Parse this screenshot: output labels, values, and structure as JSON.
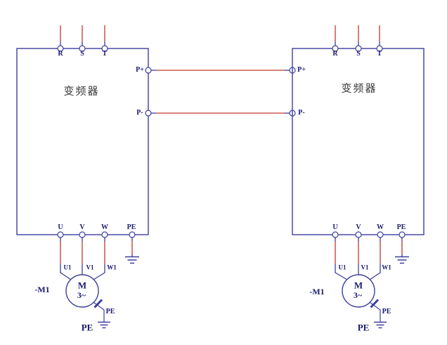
{
  "diagram_type": "common-dc-bus-inverter-wiring-diagram",
  "colors": {
    "line_blue": "#3c3f9c",
    "wire_red": "#c0392b",
    "label_text": "#1a1a6e",
    "box_label_text": "#3a3a3a",
    "background": "#ffffff"
  },
  "dc_bus": {
    "positive_label": "P+",
    "negative_label": "P-"
  },
  "inverters": [
    {
      "side": "left",
      "label": "变频器",
      "terminals": {
        "r": "R",
        "s": "S",
        "t": "T",
        "p_plus": "P+",
        "p_minus": "P-",
        "u": "U",
        "v": "V",
        "w": "W",
        "pe": "PE"
      },
      "motor": {
        "ref": "-M1",
        "letter": "M",
        "phase": "3~",
        "wire_u": "U1",
        "wire_v": "V1",
        "wire_w": "W1",
        "pe_tap": "PE",
        "pe_ground": "PE"
      }
    },
    {
      "side": "right",
      "label": "变频器",
      "terminals": {
        "r": "R",
        "s": "S",
        "t": "T",
        "p_plus": "P+",
        "p_minus": "P-",
        "u": "U",
        "v": "V",
        "w": "W",
        "pe": "PE"
      },
      "motor": {
        "ref": "-M1",
        "letter": "M",
        "phase": "3~",
        "wire_u": "U1",
        "wire_v": "V1",
        "wire_w": "W1",
        "pe_tap": "PE",
        "pe_ground": "PE"
      }
    }
  ]
}
